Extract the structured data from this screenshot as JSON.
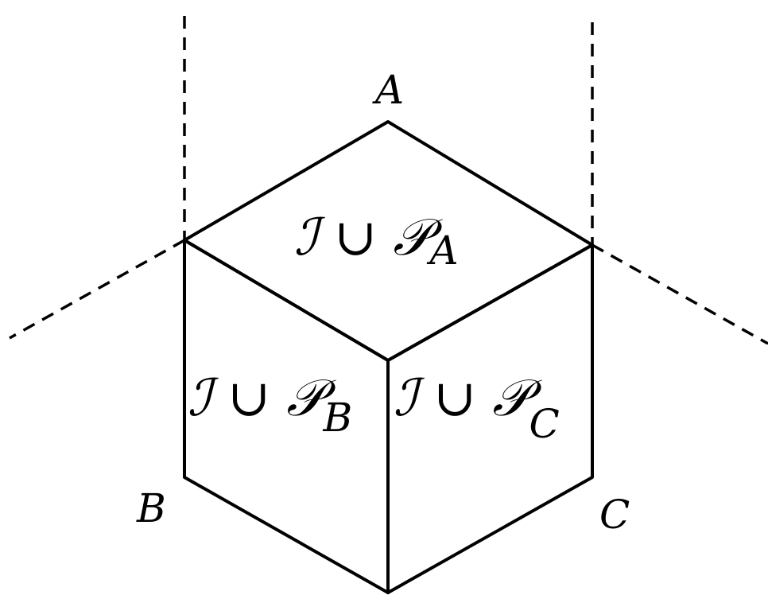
{
  "vertices": {
    "top": "A",
    "left": "B",
    "right": "C"
  },
  "faces": {
    "top": {
      "main": "ℐ ∪ 𝒫",
      "subscript": "A"
    },
    "left": {
      "main": "ℐ ∪ 𝒫",
      "subscript": "B"
    },
    "right": {
      "main": "ℐ ∪ 𝒫",
      "subscript": "C"
    }
  }
}
